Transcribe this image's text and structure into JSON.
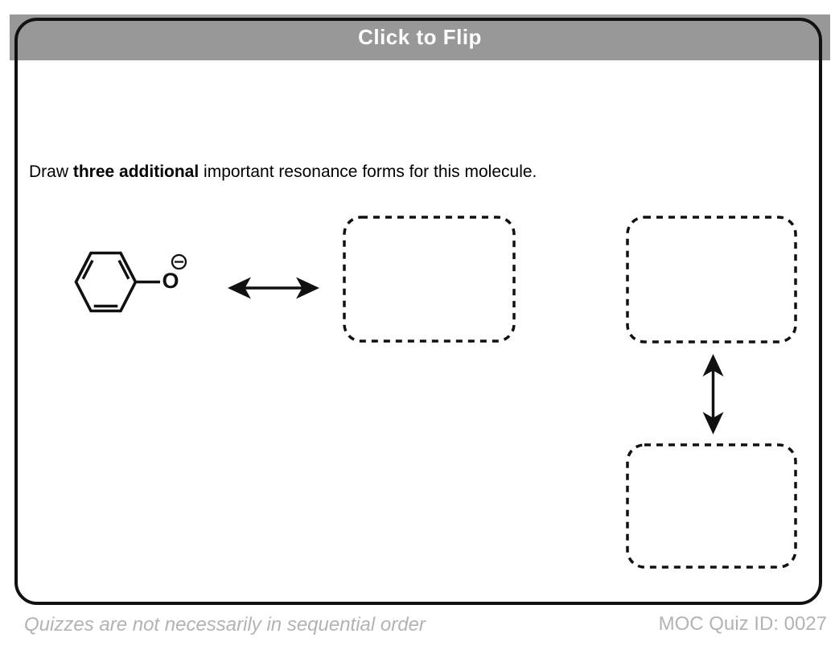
{
  "header": {
    "title": "Click to Flip"
  },
  "instruction": {
    "prefix": "Draw ",
    "emphasis": "three additional",
    "suffix": " important resonance forms for this molecule."
  },
  "molecule": {
    "name": "phenoxide-ion",
    "atom_label": "O",
    "charge_symbol": "−"
  },
  "answer_boxes": {
    "count": 3,
    "style": "dashed-rounded-rectangle"
  },
  "footer": {
    "note": "Quizzes are not necessarily in sequential order",
    "quiz_id": "MOC Quiz ID: 0027"
  },
  "colors": {
    "header_bar": "#989898",
    "header_text": "#ffffff",
    "card_border": "#111111",
    "ink": "#111111",
    "footer_text": "#b3b3b3"
  }
}
